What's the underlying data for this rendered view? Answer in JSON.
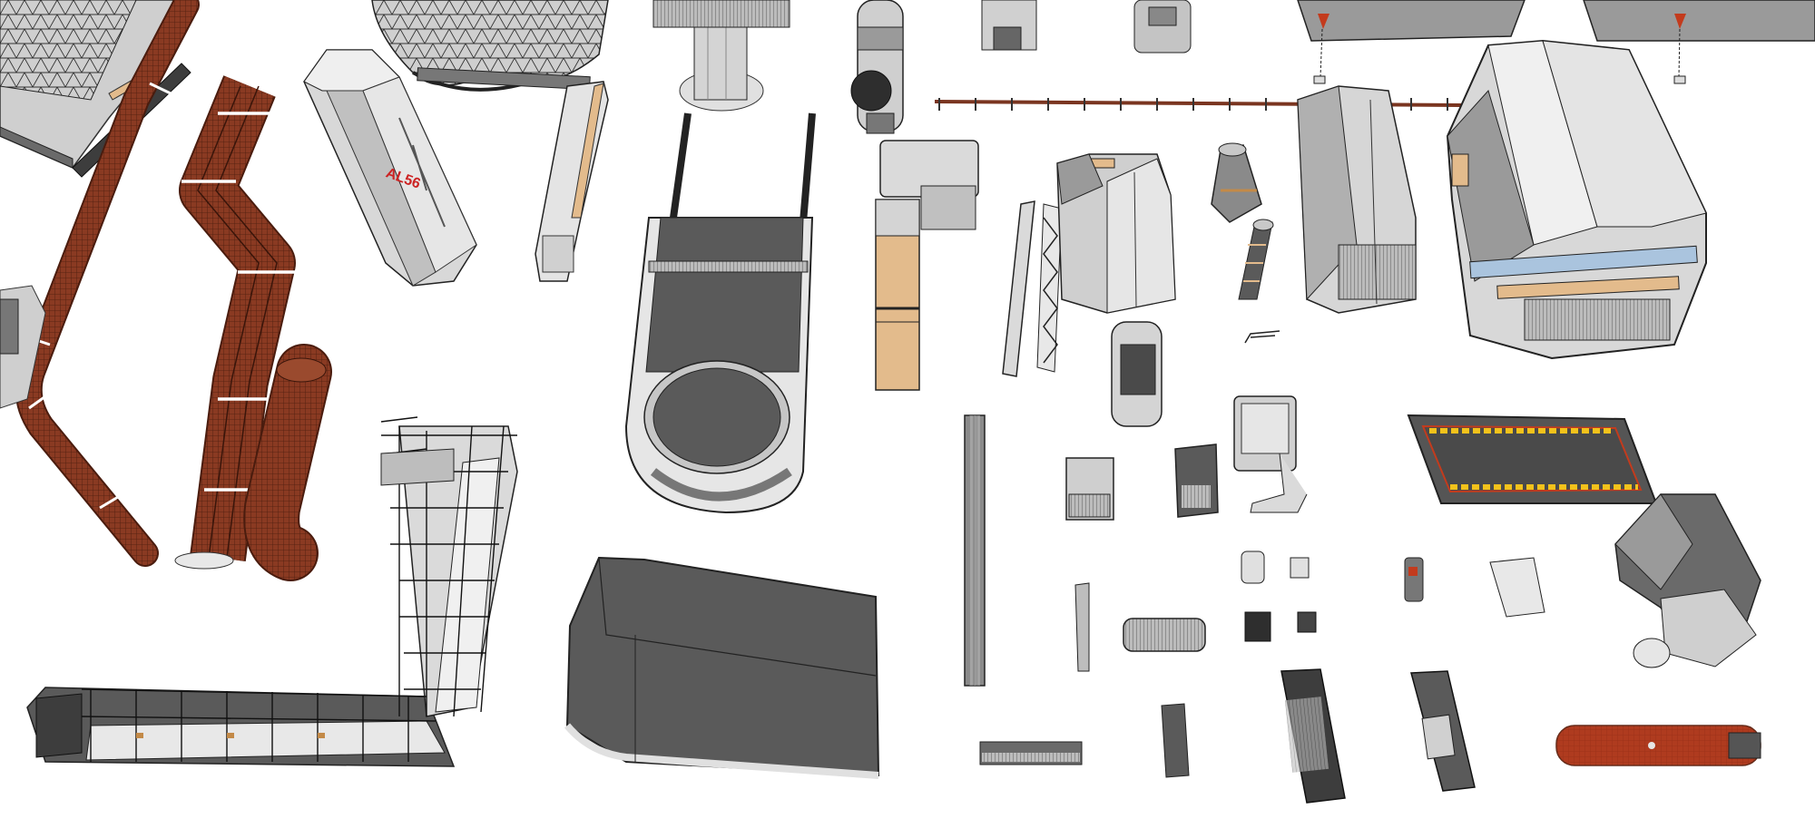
{
  "viewport": {
    "background": "#ffffff",
    "palette": {
      "rust": "#8a3a22",
      "rust_dark": "#5f2716",
      "steel_light": "#d4d4d4",
      "steel_mid": "#9a9a9a",
      "steel_dark": "#555555",
      "slab_dark": "#5a5a5a",
      "tan": "#e3bb8c",
      "hazard_yellow": "#f2c21b",
      "hazard_red": "#c33b1d",
      "accent_blue": "#aac4de"
    }
  },
  "panel_sign": {
    "text": "AL56"
  },
  "models": [
    {
      "name": "industrial-building-top-left",
      "icon": "building-icon"
    },
    {
      "name": "rust-pipe-long",
      "icon": "pipe-icon"
    },
    {
      "name": "rust-pipe-triple",
      "icon": "pipe-icon"
    },
    {
      "name": "rust-pipe-elbow",
      "icon": "pipe-icon"
    },
    {
      "name": "hex-tank-column",
      "icon": "tank-icon"
    },
    {
      "name": "geodesic-domes",
      "icon": "dome-icon"
    },
    {
      "name": "console-strip",
      "icon": "console-icon"
    },
    {
      "name": "tower-base-disc",
      "icon": "tower-icon"
    },
    {
      "name": "mech-canister",
      "icon": "canister-icon"
    },
    {
      "name": "landing-pad-ramp",
      "icon": "ramp-icon"
    },
    {
      "name": "tan-container-stack",
      "icon": "container-icon"
    },
    {
      "name": "rail-fence",
      "icon": "fence-icon"
    },
    {
      "name": "angular-hangar",
      "icon": "hangar-icon"
    },
    {
      "name": "truss-ladder",
      "icon": "truss-icon"
    },
    {
      "name": "small-cylinders",
      "icon": "cylinder-icon"
    },
    {
      "name": "tall-locker-block",
      "icon": "locker-icon"
    },
    {
      "name": "large-complex-building",
      "icon": "building-icon"
    },
    {
      "name": "scaffold-walkway-l",
      "icon": "scaffold-icon"
    },
    {
      "name": "dark-slab-block",
      "icon": "slab-icon"
    },
    {
      "name": "thin-column",
      "icon": "column-icon"
    },
    {
      "name": "hazard-runway-pad",
      "icon": "hazard-pad-icon"
    },
    {
      "name": "elbow-duct",
      "icon": "duct-icon"
    },
    {
      "name": "red-capsule",
      "icon": "capsule-icon"
    },
    {
      "name": "small-parts-cluster",
      "icon": "parts-icon"
    }
  ]
}
